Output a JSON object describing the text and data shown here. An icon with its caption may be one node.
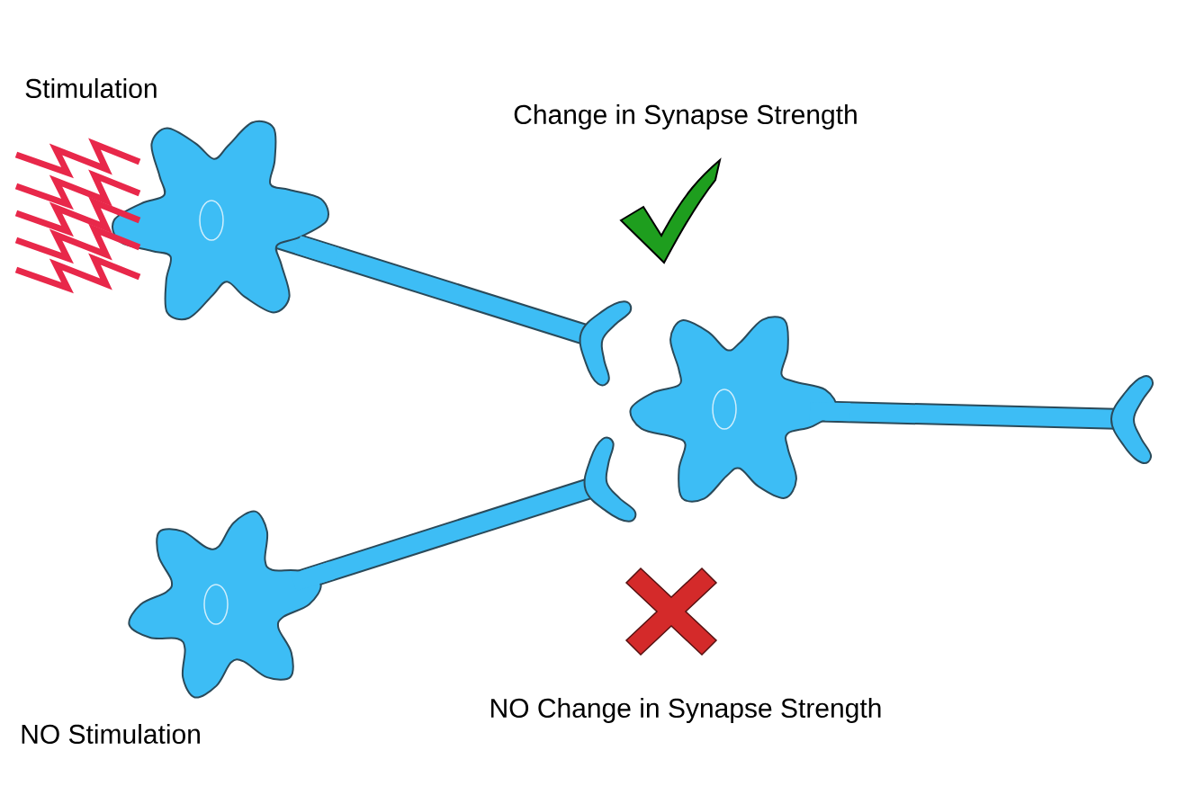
{
  "diagram": {
    "labels": [
      "Stimulation",
      "Change in Synapse Strength",
      "NO Change in Synapse Strength",
      "NO Stimulation"
    ]
  }
}
